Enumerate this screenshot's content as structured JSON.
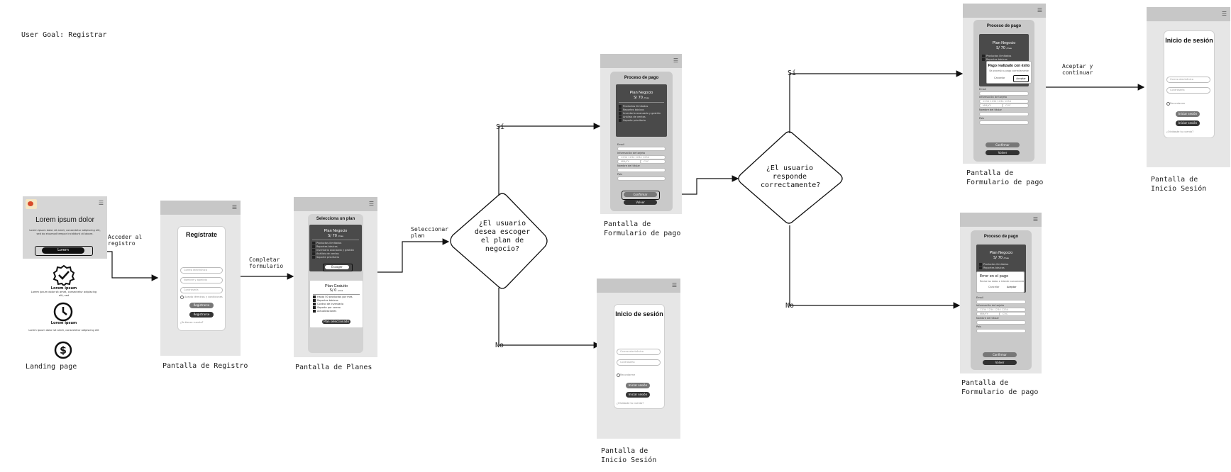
{
  "user_goal": "User Goal: Registrar",
  "captions": {
    "landing": "Landing page",
    "registro": "Pantalla de Registro",
    "planes": "Pantalla de Planes",
    "pago_top": "Pantalla de Formulario de pago",
    "login_mid": "Pantalla de Inicio Sesión",
    "pago_success": "Pantalla de Formulario de pago",
    "pago_error": "Pantalla de Formulario de pago",
    "login_final": "Pantalla de Inicio Sesión"
  },
  "edges": {
    "acceder": "Acceder al registro",
    "completar": "Completar formulario",
    "seleccionar": "Seleccionar plan",
    "si1": "Sí",
    "no1": "No",
    "si2": "Sí",
    "no2": "No",
    "aceptar": "Aceptar y continuar"
  },
  "decisions": {
    "d1": "¿El usuario desea escoger el plan de negocio?",
    "d2": "¿El usuario responde correctamente?"
  },
  "landing": {
    "title": "Lorem ipsum dolor",
    "body": "Lorem ipsum dolor sit amet, consectetur adipiscing elit, sed do eiusmod tempor incididunt ut labore.",
    "button": "Lorem",
    "features": [
      {
        "icon": "badge-check-icon",
        "title": "Lorem ipsum",
        "text": "Lorem ipsum dolor sit amet, consectetur adipiscing elit, sed"
      },
      {
        "icon": "clock-icon",
        "title": "Lorem ipsum",
        "text": "Lorem ipsum dolor sit amet, consectetur adipiscing elit"
      },
      {
        "icon": "dollar-icon",
        "title": "",
        "text": ""
      }
    ]
  },
  "registro": {
    "title": "Regístrate",
    "email_ph": "Correo electrónico",
    "name_ph": "Nombre y apellido",
    "password_ph": "Contraseña",
    "terms": "Acepto términos y condiciones",
    "btn1": "Registrarse",
    "btn2": "Registrarse",
    "footer": "¿Ya tienes cuenta?"
  },
  "planes": {
    "title": "Selecciona un plan",
    "business": {
      "name": "Plan Negocio",
      "price": "S/ 70",
      "per": "/mes",
      "features": [
        "Productos ilimitados",
        "Reportes básicos",
        "Inventario avanzado y gestión",
        "Análisis de ventas",
        "Soporte prioritario"
      ],
      "button": "Escoger"
    },
    "free": {
      "name": "Plan Gratuito",
      "price": "S/ 0",
      "per": "/mes",
      "features": [
        "Hasta 50 productos por mes",
        "Reportes básicos",
        "Control de inventario",
        "Soporte por correo",
        "Actualizaciones"
      ],
      "button": "Plan seleccionado"
    }
  },
  "pago": {
    "title": "Proceso de pago",
    "plan": "Plan Negocio",
    "price": "S/ 70",
    "per": "/mes",
    "features": [
      "Productos ilimitados",
      "Reportes básicos",
      "Inventario avanzado y gestión",
      "Análisis de ventas",
      "Soporte prioritario"
    ],
    "email_label": "Email",
    "card_label": "Información de tarjeta",
    "card_ph": "1234 1234 1234 1234",
    "exp_ph": "MM/YY",
    "cvc_ph": "CVC",
    "holder_label": "Nombre del titular",
    "country_label": "País",
    "confirm": "Confirmar",
    "back": "Volver"
  },
  "pago_success_modal": {
    "title": "Pago realizado con éxito",
    "text": "Se procesó su pago correctamente",
    "cancel": "Cancelar",
    "accept": "Aceptar"
  },
  "pago_error_modal": {
    "title": "Error en el pago",
    "text": "Revise los datos e intente nuevamente",
    "cancel": "Cancelar",
    "accept": "Aceptar"
  },
  "login": {
    "title": "Inicio de sesión",
    "email_ph": "Correo electrónico",
    "password_ph": "Contraseña",
    "remember": "Recordarme",
    "btn1": "Iniciar sesión",
    "btn2": "Iniciar sesión",
    "footer": "¿Olvidaste tu cuenta?"
  }
}
